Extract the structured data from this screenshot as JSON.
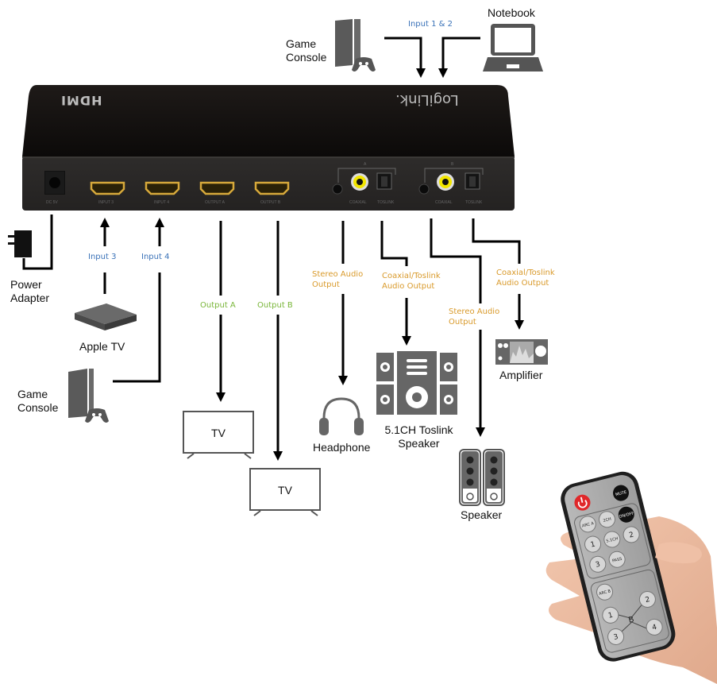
{
  "device": {
    "brand": "LogiLink.",
    "top_logo": "HDMI",
    "ports": [
      "DC 5V",
      "INPUT 3",
      "INPUT 4",
      "OUTPUT A",
      "OUTPUT B",
      "COAXIAL",
      "TOSLINK",
      "COAXIAL",
      "TOSLINK"
    ],
    "audio_groups": [
      "A",
      "B"
    ]
  },
  "labels": {
    "input12": "Input 1 & 2",
    "input3": "Input 3",
    "input4": "Input 4",
    "outputA": "Output A",
    "outputB": "Output B",
    "stereo_a_1": "Stereo Audio",
    "stereo_a_2": "Output",
    "coax_a_1": "Coaxial/Toslink",
    "coax_a_2": "Audio Output",
    "stereo_b_1": "Stereo Audio",
    "stereo_b_2": "Output",
    "coax_b_1": "Coaxial/Toslink",
    "coax_b_2": "Audio Output"
  },
  "devices": {
    "game_console_top_1": "Game",
    "game_console_top_2": "Console",
    "notebook": "Notebook",
    "power_1": "Power",
    "power_2": "Adapter",
    "apple_tv": "Apple TV",
    "game_console_left_1": "Game",
    "game_console_left_2": "Console",
    "tv_a": "TV",
    "tv_b": "TV",
    "headphone": "Headphone",
    "speaker51_1": "5.1CH Toslink",
    "speaker51_2": "Speaker",
    "speaker": "Speaker",
    "amplifier": "Amplifier"
  },
  "remote": {
    "buttons": [
      "MUTE",
      "ARC A",
      "2CH",
      "ON/OFF",
      "1",
      "5.1CH",
      "2",
      "3",
      "PASS",
      "ARC B",
      "1",
      "2",
      "3",
      "4"
    ],
    "group_b": "B"
  },
  "colors": {
    "input_label": "#3a72b8",
    "output_label": "#7ab63a",
    "audio_label": "#d99a2b"
  }
}
